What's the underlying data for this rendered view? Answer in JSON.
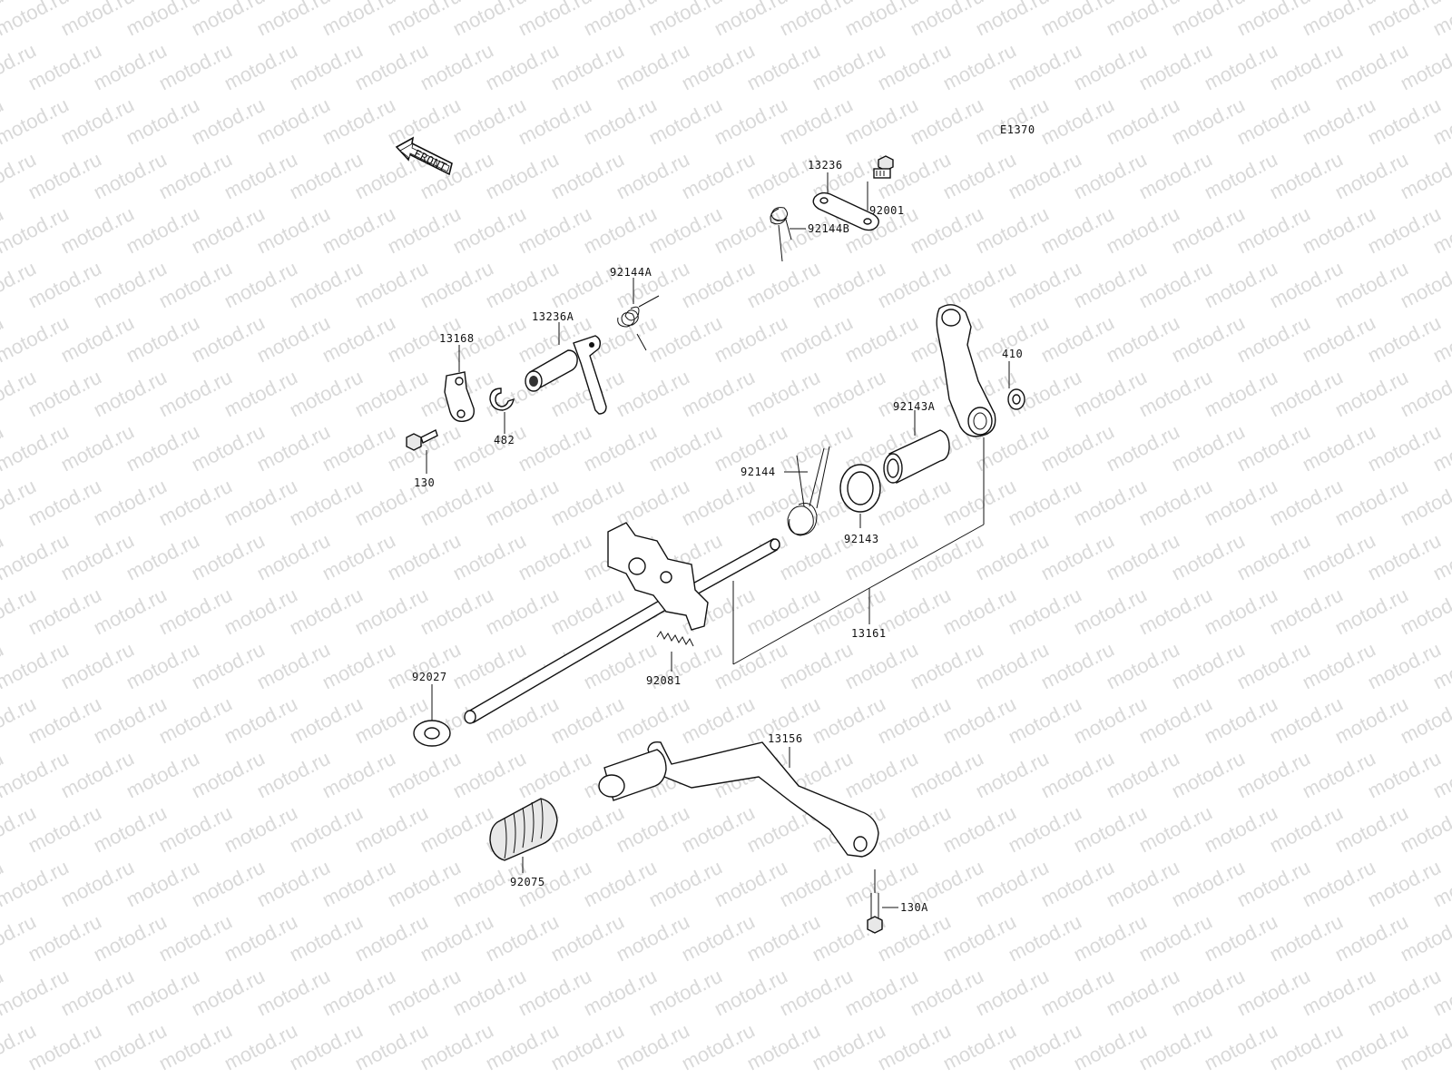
{
  "diagram": {
    "code": "E1370",
    "front_label": "FRONT",
    "watermark": "motod.ru",
    "parts": [
      {
        "id": "p13236",
        "number": "13236"
      },
      {
        "id": "p92001",
        "number": "92001"
      },
      {
        "id": "p92144B",
        "number": "92144B"
      },
      {
        "id": "p92144A",
        "number": "92144A"
      },
      {
        "id": "p13236A",
        "number": "13236A"
      },
      {
        "id": "p13168",
        "number": "13168"
      },
      {
        "id": "p482",
        "number": "482"
      },
      {
        "id": "p130",
        "number": "130"
      },
      {
        "id": "p410",
        "number": "410"
      },
      {
        "id": "p92143A",
        "number": "92143A"
      },
      {
        "id": "p92144",
        "number": "92144"
      },
      {
        "id": "p92143",
        "number": "92143"
      },
      {
        "id": "p13161",
        "number": "13161"
      },
      {
        "id": "p92081",
        "number": "92081"
      },
      {
        "id": "p92027",
        "number": "92027"
      },
      {
        "id": "p13156",
        "number": "13156"
      },
      {
        "id": "p92075",
        "number": "92075"
      },
      {
        "id": "p130A",
        "number": "130A"
      }
    ]
  }
}
